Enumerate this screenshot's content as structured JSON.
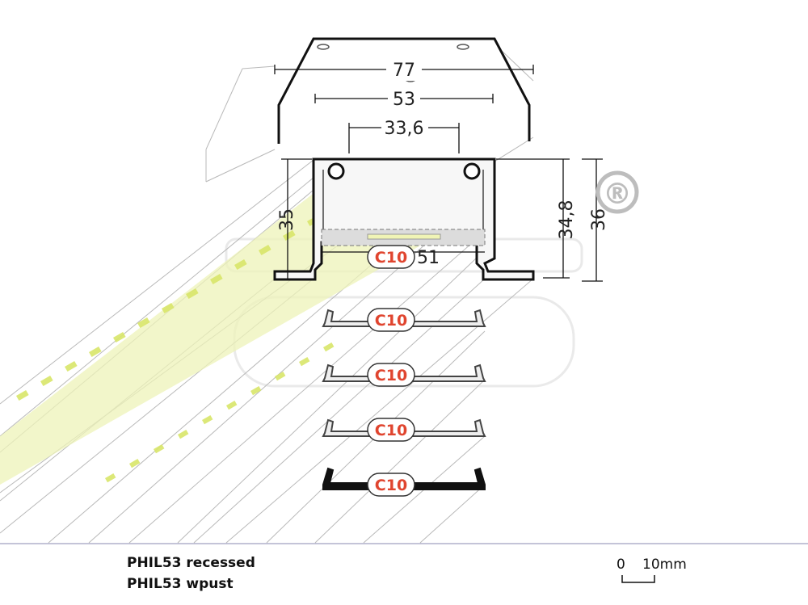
{
  "dimensions": {
    "width_outer": "77",
    "width_inner": "53",
    "width_opening": "33,6",
    "height_left": "35",
    "height_mid": "34,8",
    "height_right": "36",
    "bottom_width": "51"
  },
  "cover_badges": [
    "C10",
    "C10",
    "C10",
    "C10",
    "C10"
  ],
  "registered_mark": "®",
  "captions": {
    "line1": "PHIL53 recessed",
    "line2": "PHIL53 wpust"
  },
  "scale": {
    "zero": "0",
    "ten": "10mm"
  },
  "colors": {
    "badge_text": "#e0452f",
    "led": "#e9f0a8",
    "outline": "#111111"
  }
}
